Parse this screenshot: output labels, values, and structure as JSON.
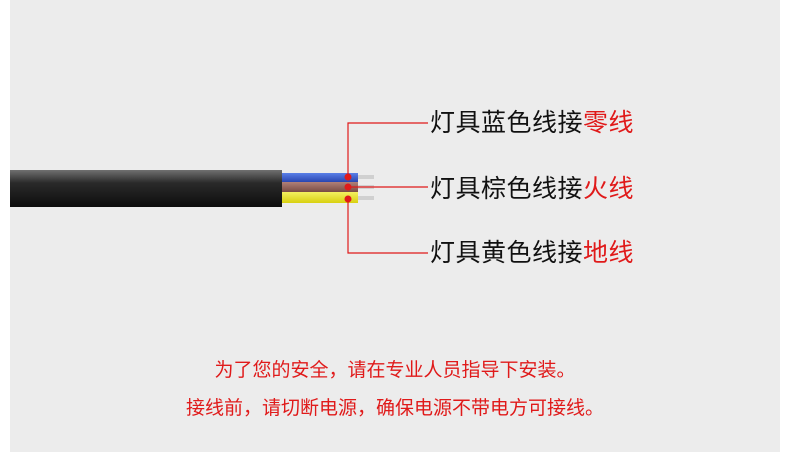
{
  "labels": [
    {
      "prefix": "灯具蓝色线接",
      "highlight": "零线",
      "wire_color": "#3a5fcd"
    },
    {
      "prefix": "灯具棕色线接",
      "highlight": "火线",
      "wire_color": "#8b5e55"
    },
    {
      "prefix": "灯具黄色线接",
      "highlight": "地线",
      "wire_color": "#e6e020"
    }
  ],
  "notice": {
    "line1": "为了您的安全，请在专业人员指导下安装。",
    "line2": "接线前，请切断电源，确保电源不带电方可接线。"
  },
  "colors": {
    "background": "#ececec",
    "accent_red": "#e01a1a",
    "cable_black": "#1a1a1a"
  }
}
